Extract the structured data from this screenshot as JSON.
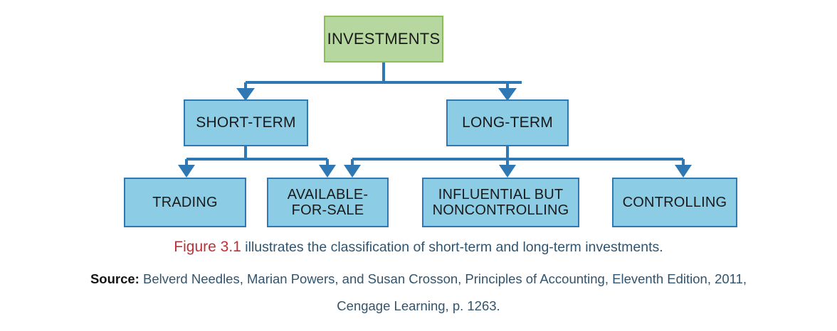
{
  "figure": {
    "root": {
      "label": "INVESTMENTS"
    },
    "level2": [
      {
        "id": "short-term",
        "label": "SHORT-TERM"
      },
      {
        "id": "long-term",
        "label": "LONG-TERM"
      }
    ],
    "level3": [
      {
        "id": "trading",
        "line1": "TRADING",
        "line2": ""
      },
      {
        "id": "available-for-sale",
        "line1": "AVAILABLE-",
        "line2": "FOR-SALE"
      },
      {
        "id": "influential-but-noncontrolling",
        "line1": "INFLUENTIAL BUT",
        "line2": "NONCONTROLLING"
      },
      {
        "id": "controlling",
        "line1": "CONTROLLING",
        "line2": ""
      }
    ],
    "colors": {
      "root_fill": "#b6d8a0",
      "root_border": "#8cbe58",
      "node_fill": "#8ccde5",
      "node_border": "#2f78b4",
      "connector": "#2f78b4",
      "figure_label": "#be3038",
      "caption_text": "#31546e",
      "source_label": "#141414"
    }
  },
  "caption": {
    "figure_label": "Figure 3.1",
    "text": " illustrates the classification of short-term and long-term investments."
  },
  "source": {
    "label": "Source:",
    "line1": " Belverd Needles, Marian Powers, and Susan Crosson, Principles of Accounting, Eleventh Edition, 2011,",
    "line2": "Cengage Learning, p. 1263."
  }
}
